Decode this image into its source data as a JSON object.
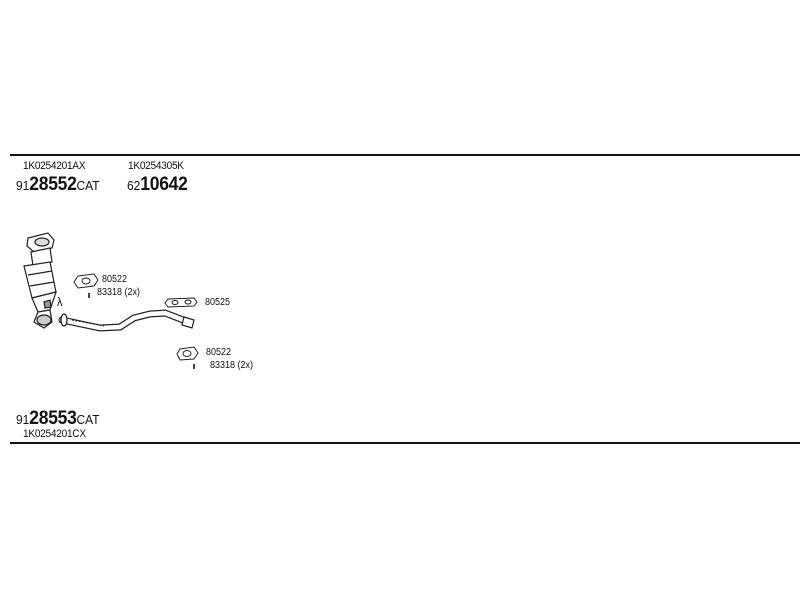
{
  "header": {
    "part_left": {
      "code": "1K0254201AX",
      "prefix": "91",
      "number": "28552",
      "suffix": "CAT"
    },
    "part_right": {
      "code": "1K0254305K",
      "prefix": "62",
      "number": "10642",
      "suffix": ""
    }
  },
  "footer": {
    "part": {
      "prefix": "91",
      "number": "28553",
      "suffix": "CAT",
      "code": "1K0254201CX"
    }
  },
  "callouts": {
    "gasket_upper": "80522",
    "bolt_upper": "83318 (2x)",
    "gasket_middle": "80525",
    "gasket_lower": "80522",
    "bolt_lower": "83318 (2x)",
    "lambda_symbol": "λ"
  }
}
